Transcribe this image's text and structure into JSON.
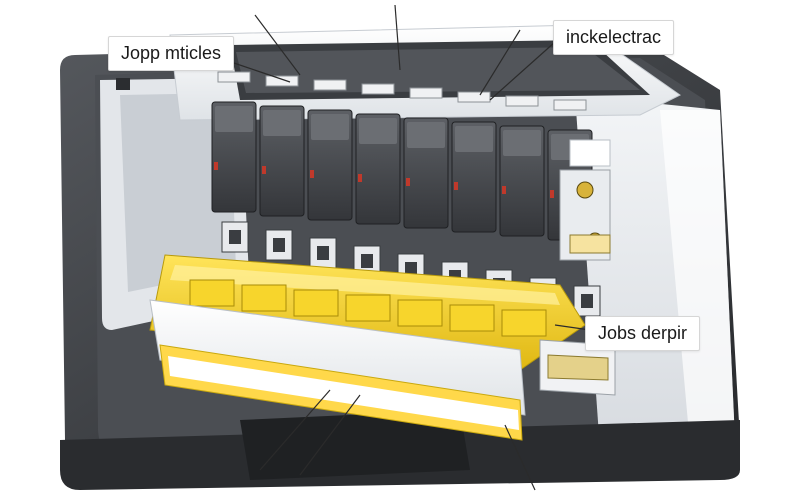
{
  "callouts": [
    {
      "label": "Jopp mticles"
    },
    {
      "label": "inckelectrac"
    },
    {
      "label": "Jobs derpir"
    }
  ],
  "colors": {
    "housing": "#e9ecef",
    "housing_dark": "#3a3d41",
    "cartridge": "#4a4c50",
    "cartridge_top": "#6b6e73",
    "tray_yellow": "#f2cf1f",
    "tray_yellow_dark": "#c9a80e",
    "rail": "#f4f5f6",
    "accent_red": "#c0392b",
    "leader": "#2b2b2b"
  },
  "icons": [
    "print-head-cartridge",
    "ink-tray",
    "carriage-rail",
    "gear-connector"
  ]
}
